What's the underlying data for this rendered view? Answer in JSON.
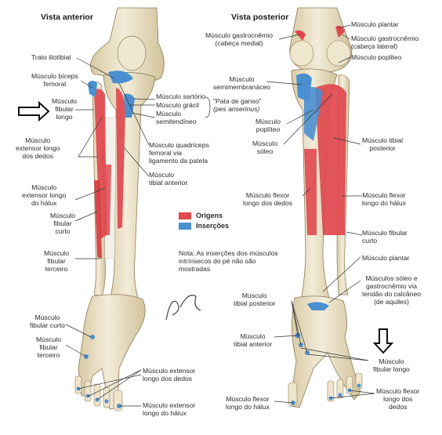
{
  "titles": {
    "anterior": "Vista anterior",
    "posterior": "Vista posterior"
  },
  "colors": {
    "origin": "#e0484e",
    "insertion": "#4a8fd0",
    "bone": "#efe6cf",
    "bone_shade": "#d9cca9",
    "line": "#333333"
  },
  "legend": {
    "origins": "Origens",
    "insertions": "Inserções"
  },
  "note": [
    "Nota: As inserções dos músculos",
    "intrínsecos do pé não são",
    "mostradas"
  ],
  "anterior_labels": {
    "trato": [
      "Trato iliotibial"
    ],
    "biceps": [
      "Músculo bíceps",
      "femoral"
    ],
    "fibular_longo": [
      "Músculo",
      "fibular",
      "longo"
    ],
    "ext_dedos": [
      "Músculo",
      "extensor longo",
      "dos dedos"
    ],
    "ext_halux": [
      "Músculo",
      "extensor longo",
      "do hálux"
    ],
    "fib_curto": [
      "Músculo",
      "fibular",
      "curto"
    ],
    "fib_terceiro": [
      "Músculo",
      "fibular",
      "terceiro"
    ],
    "sartorio": [
      "Músculo sartório"
    ],
    "gracil": [
      "Músculo grácil"
    ],
    "ganso": [
      "\"Pata de ganso\""
    ],
    "anserinus": [
      "(pes anserinus)"
    ],
    "semitend": [
      "Músculo",
      "semitendíneo"
    ],
    "quadriceps": [
      "Músculo quadríceps",
      "femoral via",
      "ligamento da patela"
    ],
    "tib_anterior": [
      "Músculo",
      "tibial anterior"
    ],
    "foot_fib_curto": [
      "Músculo",
      "fibular curto"
    ],
    "foot_fib_terceiro": [
      "Músculo",
      "fibular",
      "terceiro"
    ],
    "foot_ext_dedos": [
      "Músculo extensor",
      "longo dos dedos"
    ],
    "foot_ext_halux": [
      "Músculo extensor",
      "longo do hálux"
    ]
  },
  "posterior_labels": {
    "gastro_medial": [
      "Músculo gastrocnêmio",
      "(cabeça medial)"
    ],
    "plantar": [
      "Músculo plantar"
    ],
    "gastro_lateral": [
      "Músculo gastrocnêmio",
      "(cabeça lateral)"
    ],
    "popliteo_top": [
      "Músculo popliteo"
    ],
    "semimembr": [
      "Músculo",
      "semimembranáceo"
    ],
    "popliteo": [
      "Músculo",
      "poplíteo"
    ],
    "soleo": [
      "Músculo",
      "sóleo"
    ],
    "tib_post": [
      "Músculo tibial",
      "posterior"
    ],
    "flex_dedos": [
      "Músculo flexor",
      "longo dos dedos"
    ],
    "flex_halux": [
      "Músculo flexor",
      "longo do hálux"
    ],
    "fib_curto": [
      "Músculo fibular",
      "curto"
    ],
    "plantar2": [
      "Músculo plantar"
    ],
    "soleo_gastro": [
      "Músculos sóleo e",
      "gastrocnêmio via",
      "tendão do calcâneo",
      "(de aquiles)"
    ],
    "foot_tib_post": [
      "Músculo",
      "tibial posterior"
    ],
    "foot_tib_ant": [
      "Músculo",
      "tibial anterior"
    ],
    "foot_fib_longo": [
      "Músculo",
      "fibular longo"
    ],
    "foot_flex_halux": [
      "Músculo flexor",
      "longo do hálux"
    ],
    "foot_flex_dedos": [
      "Músculo flexor",
      "longo dos",
      "dedos"
    ]
  }
}
